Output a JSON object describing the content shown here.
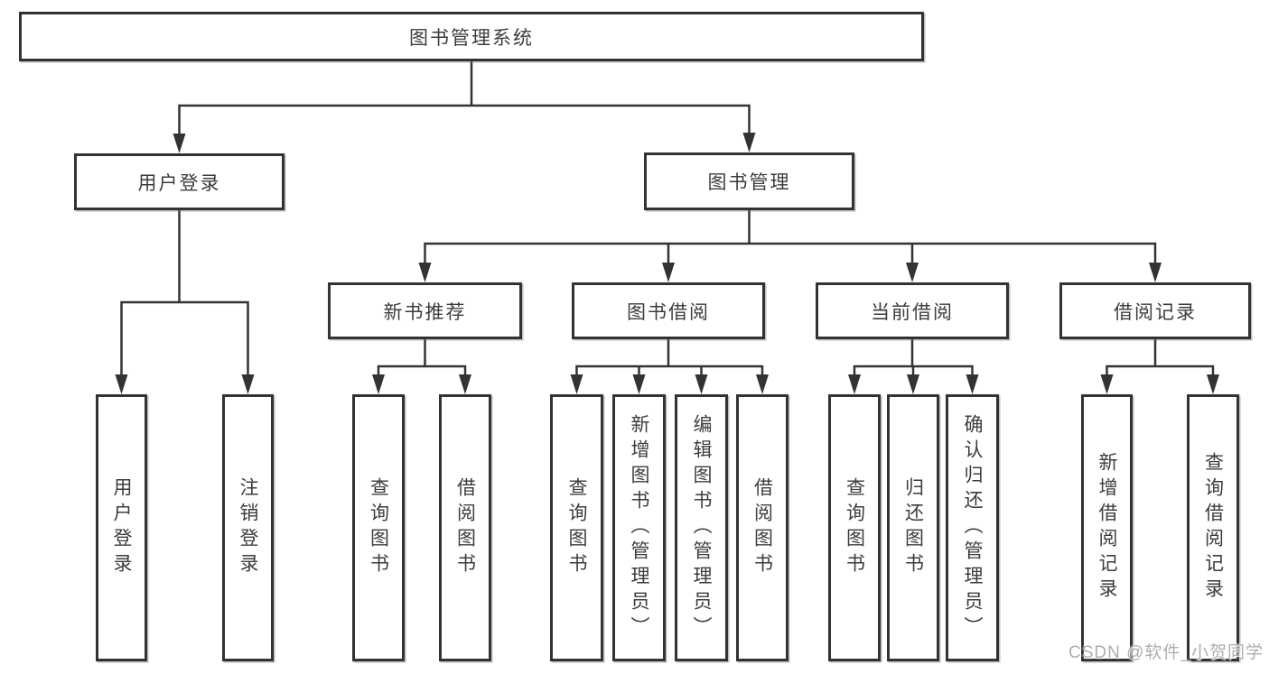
{
  "diagram": {
    "root": {
      "label": "图书管理系统"
    },
    "level2": [
      {
        "id": "user-login",
        "label": "用户登录"
      },
      {
        "id": "book-management",
        "label": "图书管理"
      }
    ],
    "level3": [
      {
        "id": "new-book-recommend",
        "label": "新书推荐",
        "parent": "图书管理"
      },
      {
        "id": "book-borrowing",
        "label": "图书借阅",
        "parent": "图书管理"
      },
      {
        "id": "current-borrowing",
        "label": "当前借阅",
        "parent": "图书管理"
      },
      {
        "id": "borrowing-records",
        "label": "借阅记录",
        "parent": "图书管理"
      }
    ],
    "leaves": [
      {
        "label": "用户登录",
        "parent": "用户登录"
      },
      {
        "label": "注销登录",
        "parent": "用户登录"
      },
      {
        "label": "查询图书",
        "parent": "新书推荐"
      },
      {
        "label": "借阅图书",
        "parent": "新书推荐"
      },
      {
        "label": "查询图书",
        "parent": "图书借阅"
      },
      {
        "label": "新增图书（管理员）",
        "parent": "图书借阅"
      },
      {
        "label": "编辑图书（管理员）",
        "parent": "图书借阅"
      },
      {
        "label": "借阅图书",
        "parent": "图书借阅"
      },
      {
        "label": "查询图书",
        "parent": "当前借阅"
      },
      {
        "label": "归还图书",
        "parent": "当前借阅"
      },
      {
        "label": "确认归还（管理员）",
        "parent": "当前借阅"
      },
      {
        "label": "新增借阅记录",
        "parent": "借阅记录"
      },
      {
        "label": "查询借阅记录",
        "parent": "借阅记录"
      }
    ],
    "watermark": "CSDN @软件_小贺同学",
    "colors": {
      "line": "#333333",
      "text": "#3c3c3c",
      "box_background": "#ffffff",
      "page_background": "#ffffff",
      "watermark": "#aeaeae"
    }
  }
}
